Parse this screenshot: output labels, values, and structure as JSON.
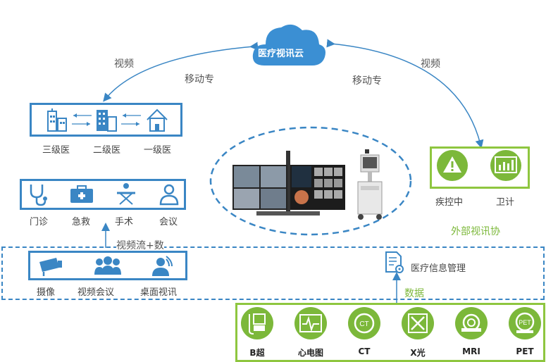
{
  "cloud": {
    "label": "医疗视讯云"
  },
  "links": {
    "left_video": "视频",
    "left_mobile": "移动专",
    "right_video": "视频",
    "right_mobile": "移动专"
  },
  "hospitals": {
    "items": [
      "三级医",
      "二级医",
      "一级医"
    ]
  },
  "services": {
    "items": [
      "门诊",
      "急救",
      "手术",
      "会议"
    ]
  },
  "stream_label": "视频流+数",
  "terminals": {
    "items": [
      "摄像",
      "视频会议",
      "桌面视讯"
    ]
  },
  "external": {
    "items": [
      "疾控中",
      "卫计"
    ],
    "title": "外部视讯协"
  },
  "his": {
    "label": "医疗信息管理"
  },
  "data_label": "数据",
  "devices": {
    "items": [
      "B超",
      "心电图",
      "CT",
      "X光",
      "MRI",
      "PET"
    ]
  },
  "colors": {
    "blue": "#3a86c4",
    "green": "#8ec63f",
    "cloud": "#3b8fd3"
  }
}
